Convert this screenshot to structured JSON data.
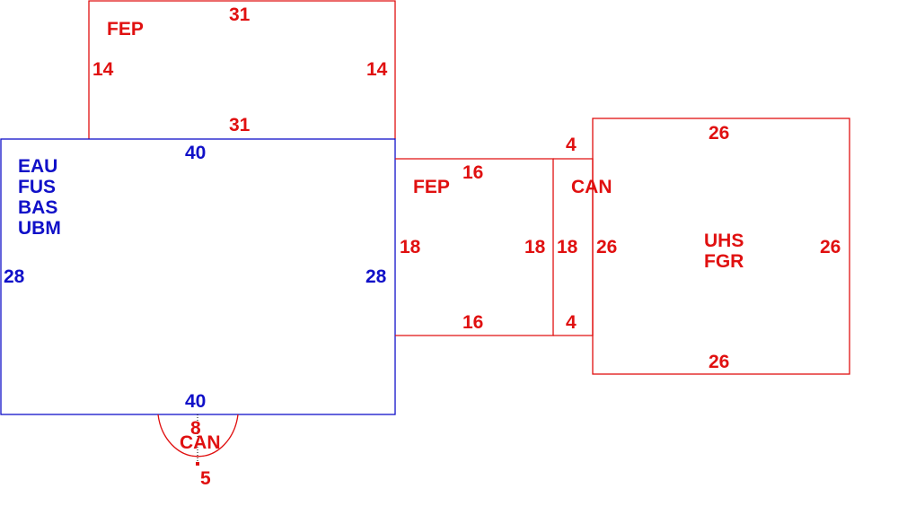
{
  "colors": {
    "red": "#e01010",
    "blue": "#1010c8"
  },
  "top_fep": {
    "label": "FEP",
    "top_dim": "31",
    "bottom_dim": "31",
    "left_dim": "14",
    "right_dim": "14"
  },
  "main_area": {
    "labels": [
      "EAU",
      "FUS",
      "BAS",
      "UBM"
    ],
    "top_dim": "40",
    "bottom_dim": "40",
    "left_dim": "28",
    "right_dim": "28"
  },
  "mid_fep": {
    "label": "FEP",
    "top_dim": "16",
    "bottom_dim": "16",
    "left_dim": "18",
    "right_dim": "18"
  },
  "right_can": {
    "label": "CAN",
    "top_dim": "4",
    "bottom_dim": "4",
    "left_dim": "18"
  },
  "uhs_area": {
    "labels": [
      "UHS",
      "FGR"
    ],
    "top_dim": "26",
    "bottom_dim": "26",
    "left_dim": "26",
    "right_dim": "26"
  },
  "bottom_can": {
    "label": "CAN",
    "diameter_dim": "8",
    "radius_dim": "5"
  }
}
